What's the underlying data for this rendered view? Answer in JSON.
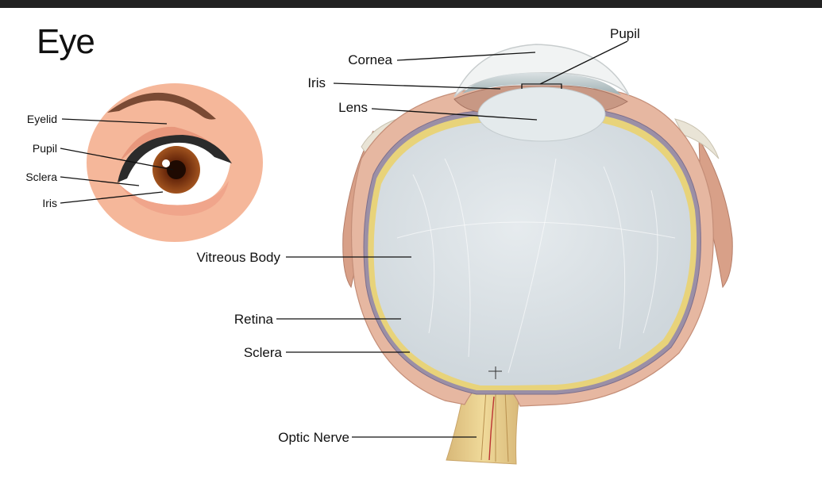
{
  "title": "Eye",
  "colors": {
    "topbar": "#222222",
    "skin": "#f5b79a",
    "iris": "#8a3a14",
    "vitreous": "#d9e0e4",
    "tissue": "#e6b7a1",
    "retina": "#e8d37a",
    "nerve": "#e9cf8a"
  },
  "external_eye": {
    "labels": {
      "eyelid": "Eyelid",
      "pupil": "Pupil",
      "sclera": "Sclera",
      "iris": "Iris"
    }
  },
  "cross_section": {
    "labels": {
      "pupil": "Pupil",
      "cornea": "Cornea",
      "iris": "Iris",
      "lens": "Lens",
      "vitreous_body": "Vitreous Body",
      "retina": "Retina",
      "sclera": "Sclera",
      "optic_nerve": "Optic Nerve"
    }
  }
}
